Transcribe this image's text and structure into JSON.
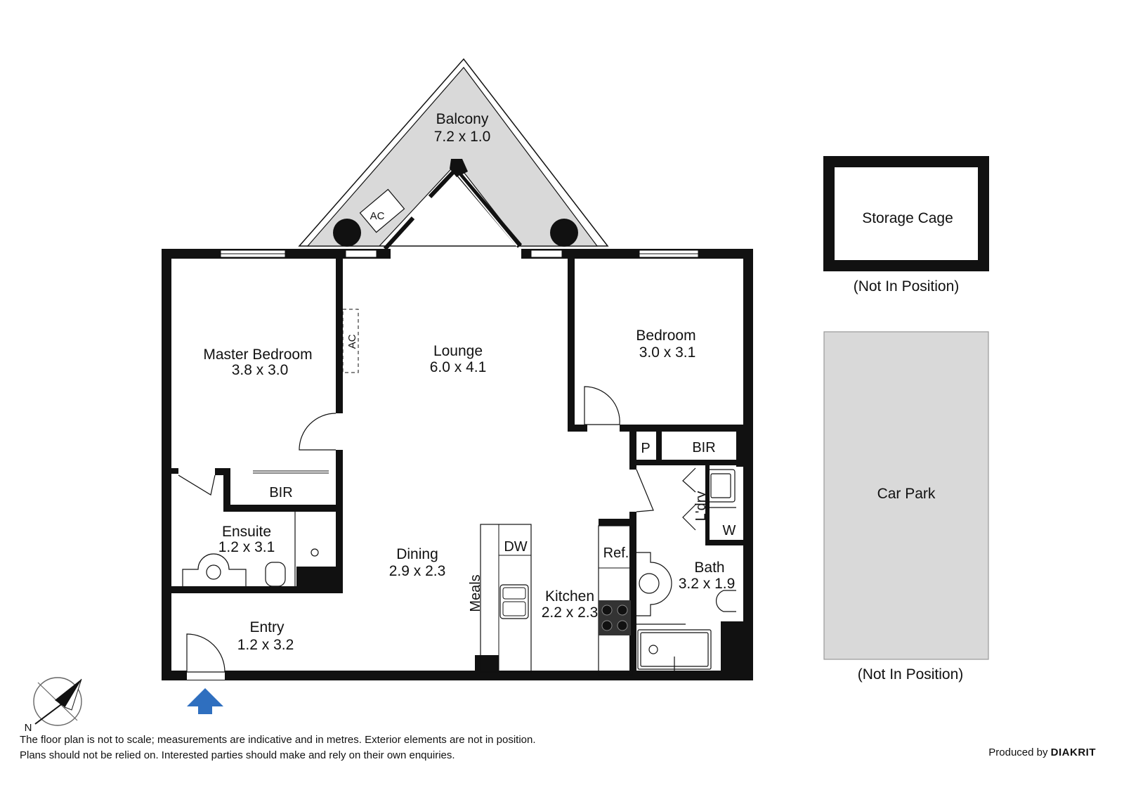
{
  "rooms": {
    "balcony": {
      "name": "Balcony",
      "size": "7.2 x 1.0"
    },
    "master_bedroom": {
      "name": "Master Bedroom",
      "size": "3.8 x 3.0"
    },
    "lounge": {
      "name": "Lounge",
      "size": "6.0 x 4.1"
    },
    "bedroom": {
      "name": "Bedroom",
      "size": "3.0 x 3.1"
    },
    "ensuite": {
      "name": "Ensuite",
      "size": "1.2 x 3.1"
    },
    "dining": {
      "name": "Dining",
      "size": "2.9 x 2.3"
    },
    "kitchen": {
      "name": "Kitchen",
      "size": "2.2 x 2.3"
    },
    "bath": {
      "name": "Bath",
      "size": "3.2 x 1.9"
    },
    "entry": {
      "name": "Entry",
      "size": "1.2 x 3.2"
    }
  },
  "fixtures": {
    "ac_balcony": "AC",
    "ac_wall": "AC",
    "bir_master": "BIR",
    "bir_bedroom": "BIR",
    "pantry": "P",
    "laundry": "L'dry",
    "washer": "W",
    "dishwasher": "DW",
    "fridge": "Ref.",
    "meals": "Meals"
  },
  "extras": {
    "storage_cage": "Storage Cage",
    "storage_note": "(Not In Position)",
    "car_park": "Car Park",
    "car_park_note": "(Not In Position)"
  },
  "compass": {
    "north_label": "N"
  },
  "footer": {
    "disclaimer_line1": "The floor plan is not to scale; measurements are indicative and in metres. Exterior elements are not in position.",
    "disclaimer_line2": "Plans should not be relied on. Interested parties should make and rely on their own enquiries.",
    "credit_prefix": "Produced by",
    "credit_brand": "DIAKRIT"
  },
  "colors": {
    "wall": "#111111",
    "balcony_fill": "#d9d9d9",
    "car_park_fill": "#d9d9d9",
    "entry_arrow": "#2f6fbf"
  }
}
